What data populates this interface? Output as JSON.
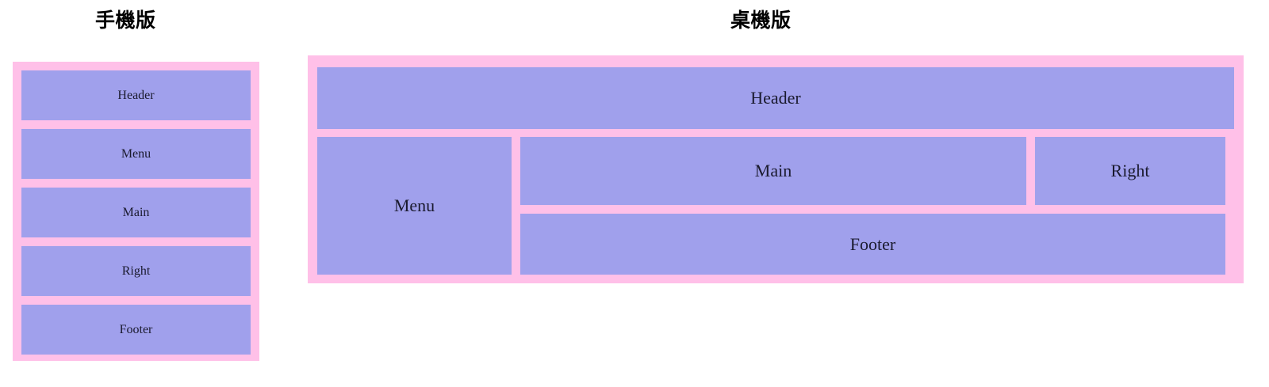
{
  "page": {
    "background_color": "#ffffff",
    "frame_color": "#ffc0e8",
    "block_color": "#a0a0ec",
    "text_color": "#1a1a2e"
  },
  "mobile": {
    "title": "手機版",
    "blocks": [
      {
        "label": "Header"
      },
      {
        "label": "Menu"
      },
      {
        "label": "Main"
      },
      {
        "label": "Right"
      },
      {
        "label": "Footer"
      }
    ]
  },
  "desktop": {
    "title": "桌機版",
    "blocks": [
      {
        "label": "Header"
      },
      {
        "label": "Menu"
      },
      {
        "label": "Main"
      },
      {
        "label": "Right"
      },
      {
        "label": "Footer"
      }
    ]
  }
}
